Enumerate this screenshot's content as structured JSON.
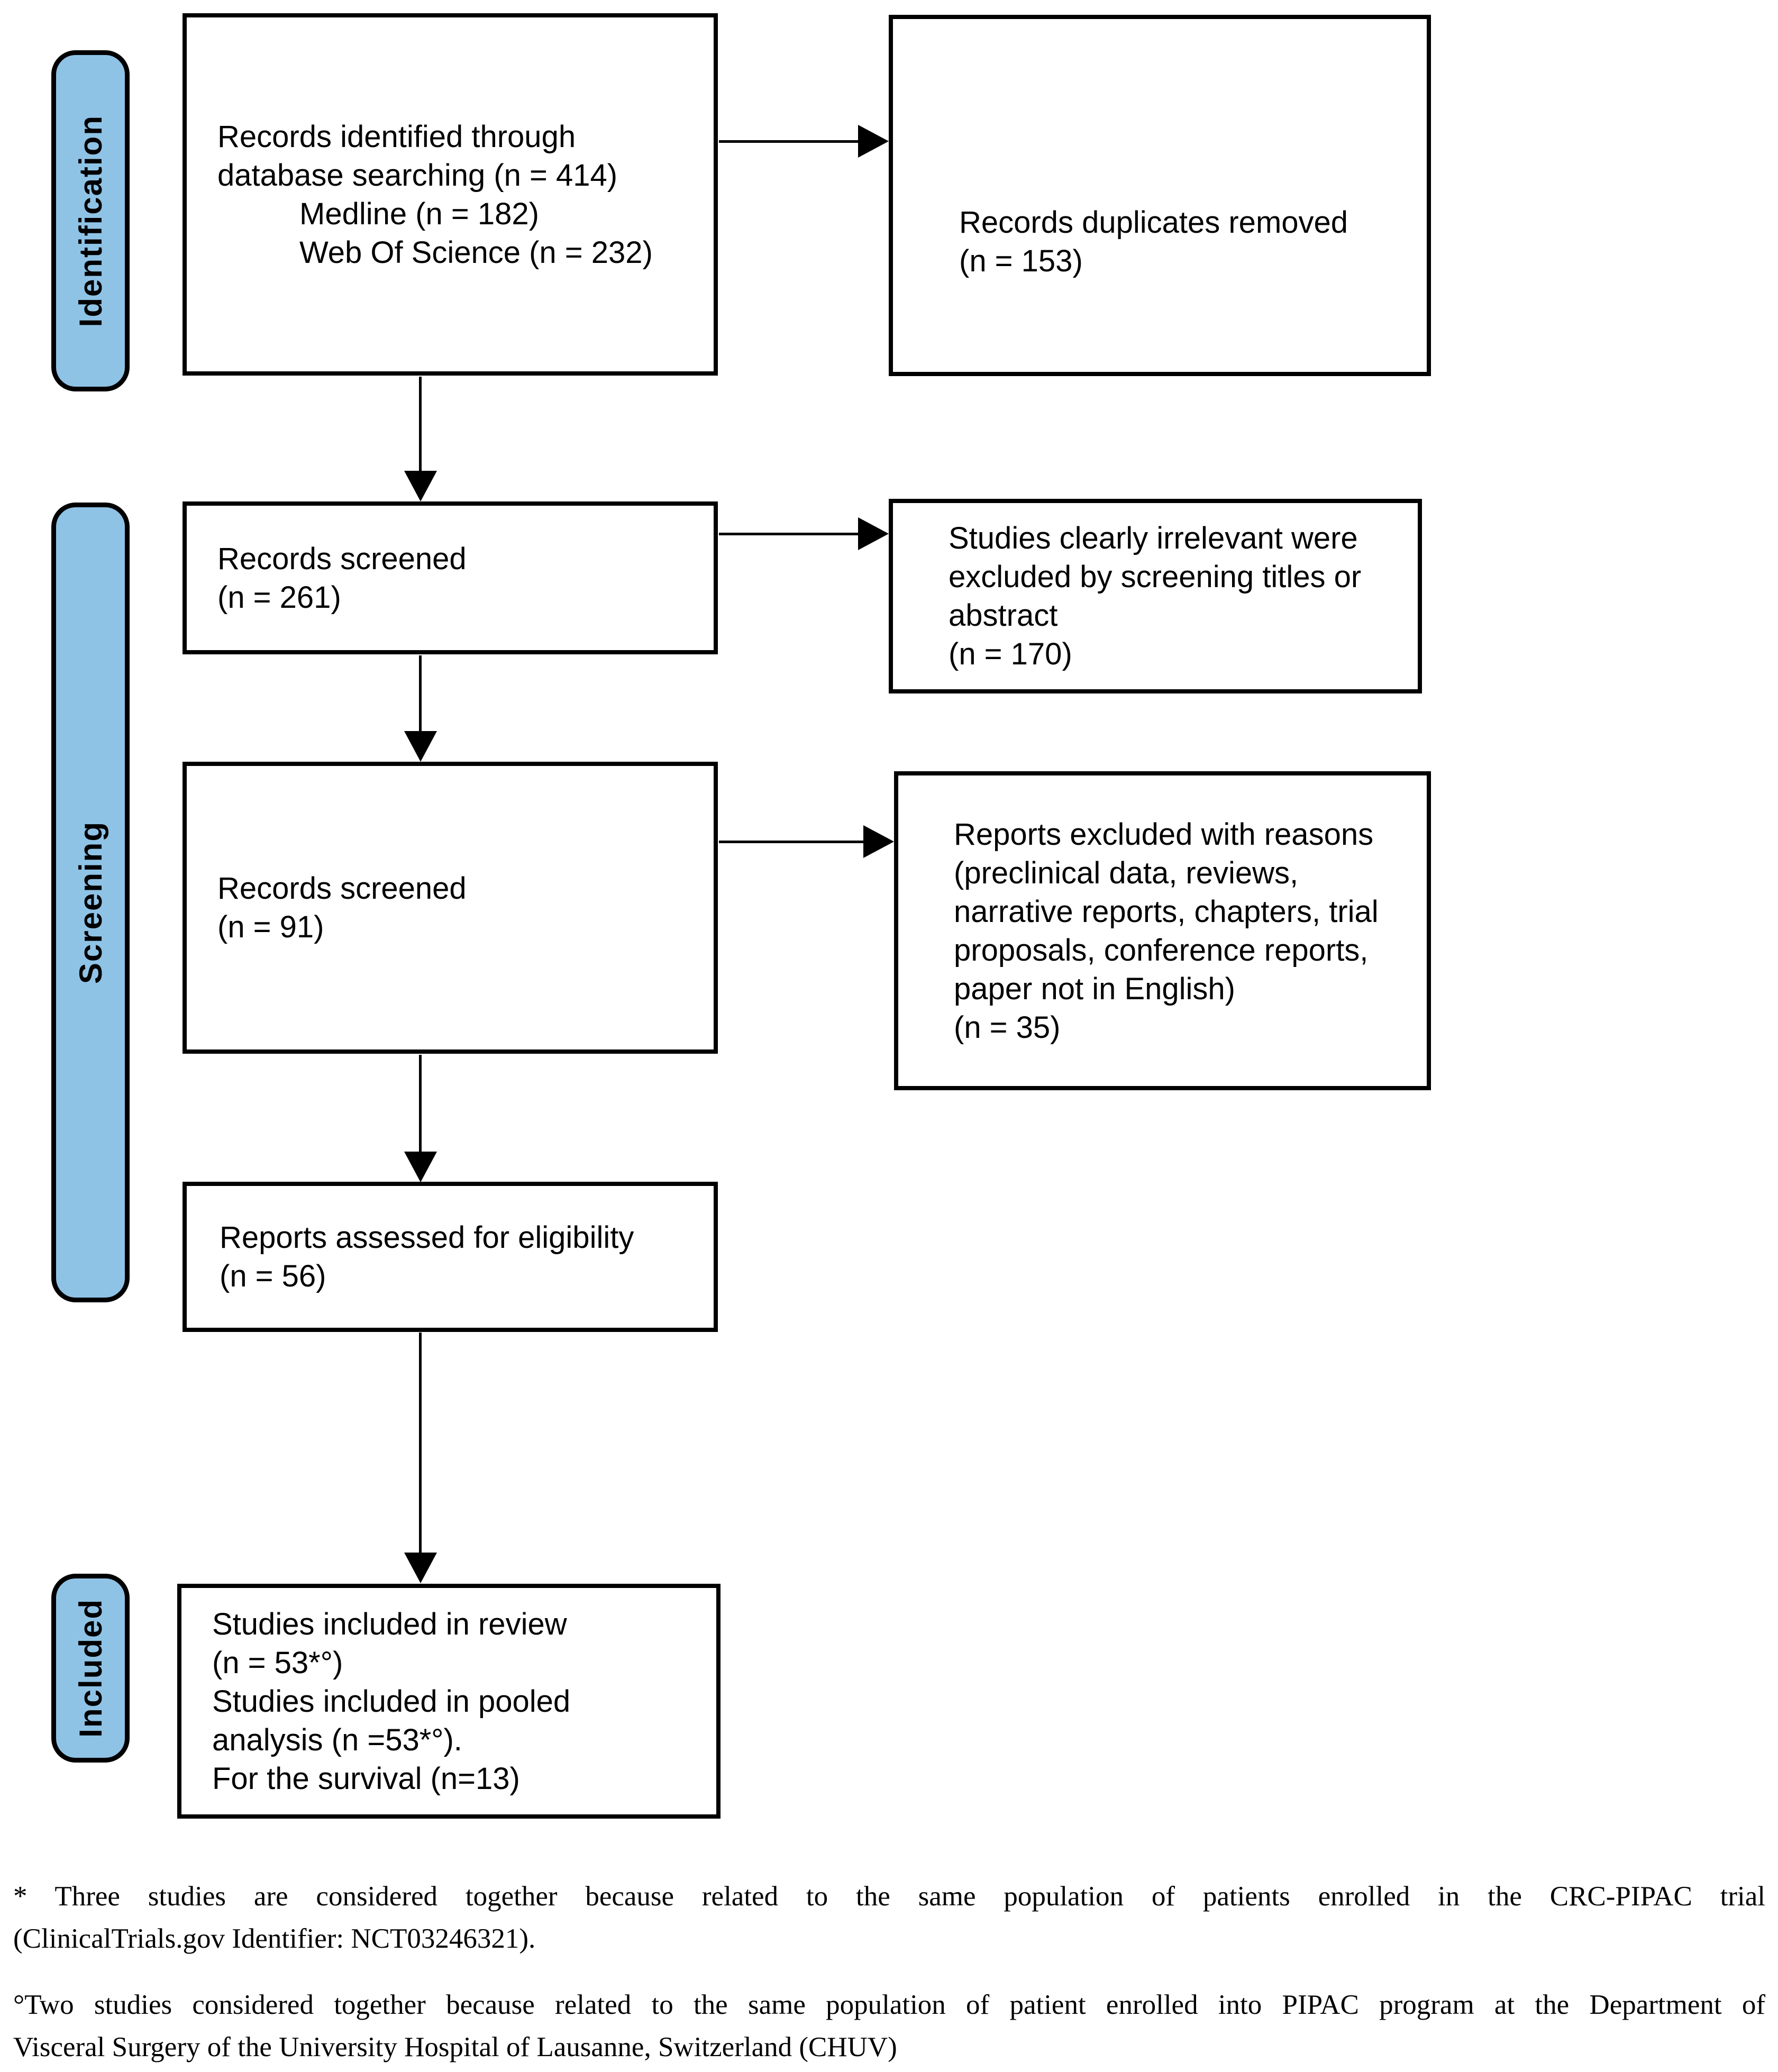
{
  "sidebar": {
    "identification": "Identification",
    "screening": "Screening",
    "included": "Included"
  },
  "boxes": {
    "identified": {
      "lines": [
        "Records identified through",
        "database searching (n = 414)",
        "Medline (n = 182)",
        "Web Of Science (n = 232)"
      ]
    },
    "duplicates_removed": {
      "lines": [
        "Records duplicates removed",
        "(n = 153)"
      ]
    },
    "screened_first": {
      "lines": [
        "Records screened",
        "(n = 261)"
      ]
    },
    "irrelevant_excluded": {
      "lines": [
        "Studies clearly irrelevant were",
        "excluded by screening titles or",
        "abstract",
        "(n = 170)"
      ]
    },
    "screened_second": {
      "lines": [
        "Records screened",
        "(n = 91)"
      ]
    },
    "reports_excluded": {
      "lines": [
        "Reports excluded with reasons",
        "(preclinical data, reviews,",
        "narrative reports, chapters, trial",
        "proposals, conference reports,",
        "paper not in English)",
        "(n = 35)"
      ]
    },
    "assessed": {
      "lines": [
        "Reports assessed for eligibility",
        "(n = 56)"
      ]
    },
    "included_review": {
      "lines": [
        "Studies included in review",
        "(n = 53*°)",
        "Studies included in pooled",
        "analysis (n =53*°).",
        "For the survival (n=13)"
      ]
    }
  },
  "footnotes": {
    "first": {
      "line1": "* Three studies are considered together because related to the same population of patients enrolled in the CRC-PIPAC trial",
      "line2": "(ClinicalTrials.gov Identifier: NCT03246321)."
    },
    "second": {
      "line1": "°Two studies considered together because related to the same population of patient enrolled into PIPAC program at the Department of",
      "line2": "Visceral Surgery of the University Hospital of Lausanne, Switzerland (CHUV)"
    }
  },
  "colors": {
    "stage_bar_fill": "#8FC3E6",
    "border": "#000000",
    "background": "#FFFFFF"
  }
}
